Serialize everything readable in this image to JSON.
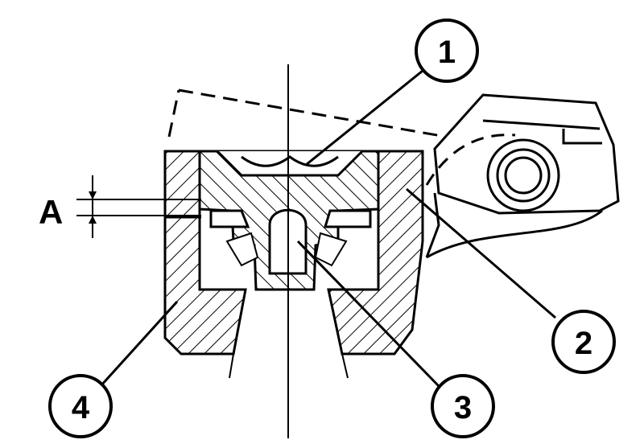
{
  "callouts": [
    {
      "id": "callout-1",
      "label": "1"
    },
    {
      "id": "callout-2",
      "label": "2"
    },
    {
      "id": "callout-3",
      "label": "3"
    },
    {
      "id": "callout-4",
      "label": "4"
    }
  ],
  "dimension": {
    "label": "A"
  },
  "colors": {
    "line": "#000000",
    "background": "#ffffff"
  }
}
